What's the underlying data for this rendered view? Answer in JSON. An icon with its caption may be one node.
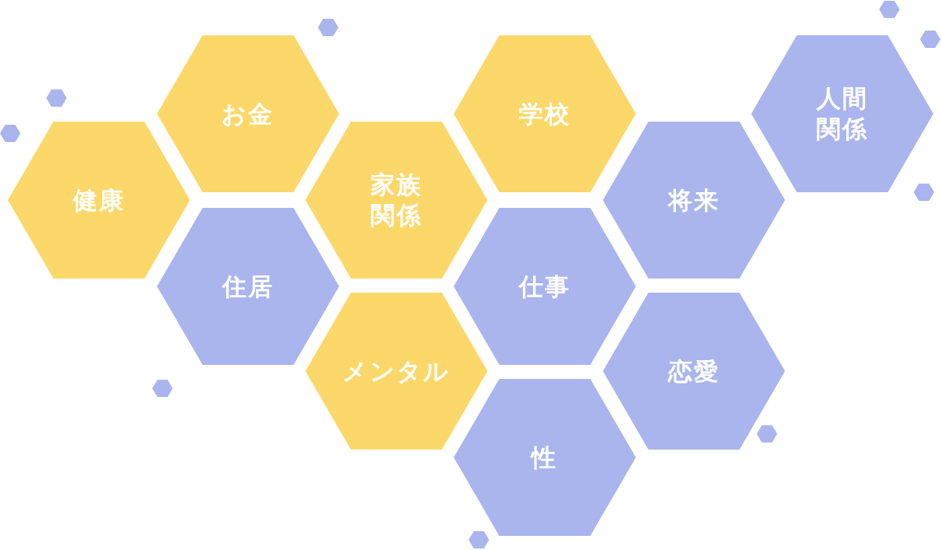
{
  "diagram": {
    "nodes": [
      {
        "text": [
          "健康"
        ]
      },
      {
        "text": [
          "お金"
        ]
      },
      {
        "text": [
          "住居"
        ]
      },
      {
        "text": [
          "家族関係"
        ]
      },
      {
        "text": [
          "メンタル"
        ]
      },
      {
        "text": [
          "学校"
        ]
      },
      {
        "text": [
          "仕事"
        ]
      },
      {
        "text": [
          "性"
        ]
      },
      {
        "text": [
          "将来"
        ]
      },
      {
        "text": [
          "恋愛"
        ]
      },
      {
        "text": [
          "人間関係"
        ]
      },
      {
        "text": [],
        "shape": "hexagon"
      },
      {
        "text": [],
        "shape": "hexagon"
      },
      {
        "text": [],
        "shape": "hexagon"
      },
      {
        "text": [],
        "shape": "hexagon"
      },
      {
        "text": [],
        "shape": "hexagon"
      },
      {
        "text": [],
        "shape": "hexagon"
      },
      {
        "text": [],
        "shape": "hexagon"
      },
      {
        "text": [],
        "shape": "hexagon"
      },
      {
        "text": [],
        "shape": "hexagon"
      }
    ],
    "edges": []
  }
}
